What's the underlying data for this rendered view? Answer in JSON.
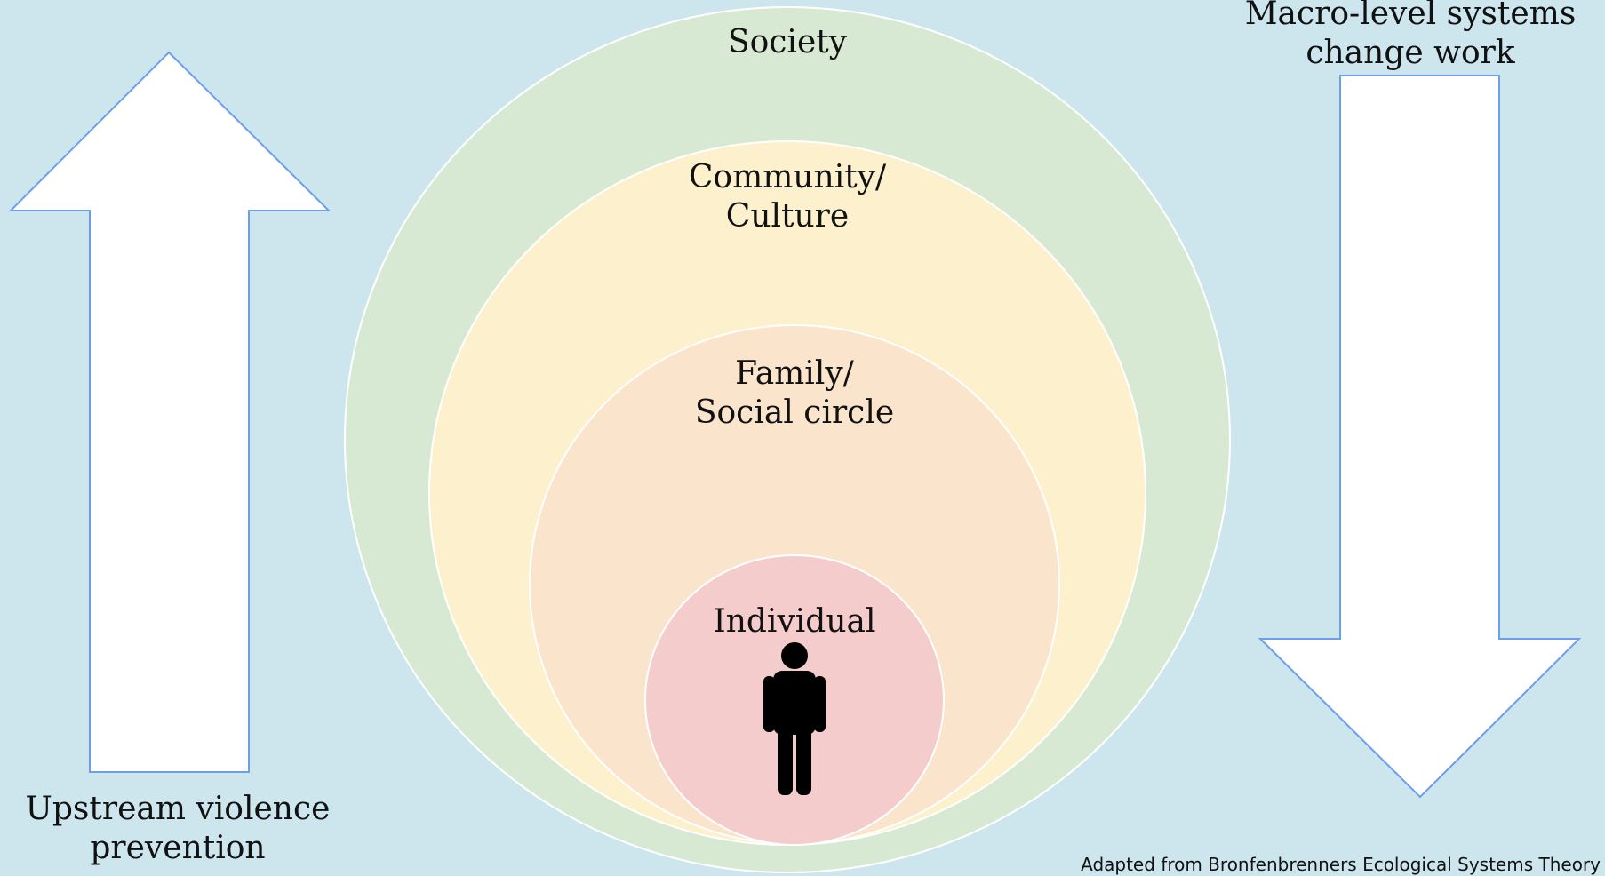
{
  "colors": {
    "background": "#cde6ee",
    "society": "#d7e9d3",
    "community": "#fdf0cc",
    "family": "#fbe4cc",
    "individual": "#f4cccc",
    "arrow_fill": "#ffffff",
    "arrow_stroke": "#6d9eeb",
    "circle_stroke": "#ffffff",
    "person": "#000000"
  },
  "rings": {
    "society": {
      "line1": "Society"
    },
    "community": {
      "line1": "Community/",
      "line2": "Culture"
    },
    "family": {
      "line1": "Family/",
      "line2": "Social circle"
    },
    "individual": {
      "line1": "Individual",
      "icon": "person-icon"
    }
  },
  "arrows": {
    "left": {
      "direction": "up",
      "icon": "arrow-up-icon",
      "line1": "Upstream violence",
      "line2": "prevention"
    },
    "right": {
      "direction": "down",
      "icon": "arrow-down-icon",
      "line1": "Macro-level systems",
      "line2": "change work"
    }
  },
  "credit": "Adapted from Bronfenbrenners Ecological Systems Theory"
}
